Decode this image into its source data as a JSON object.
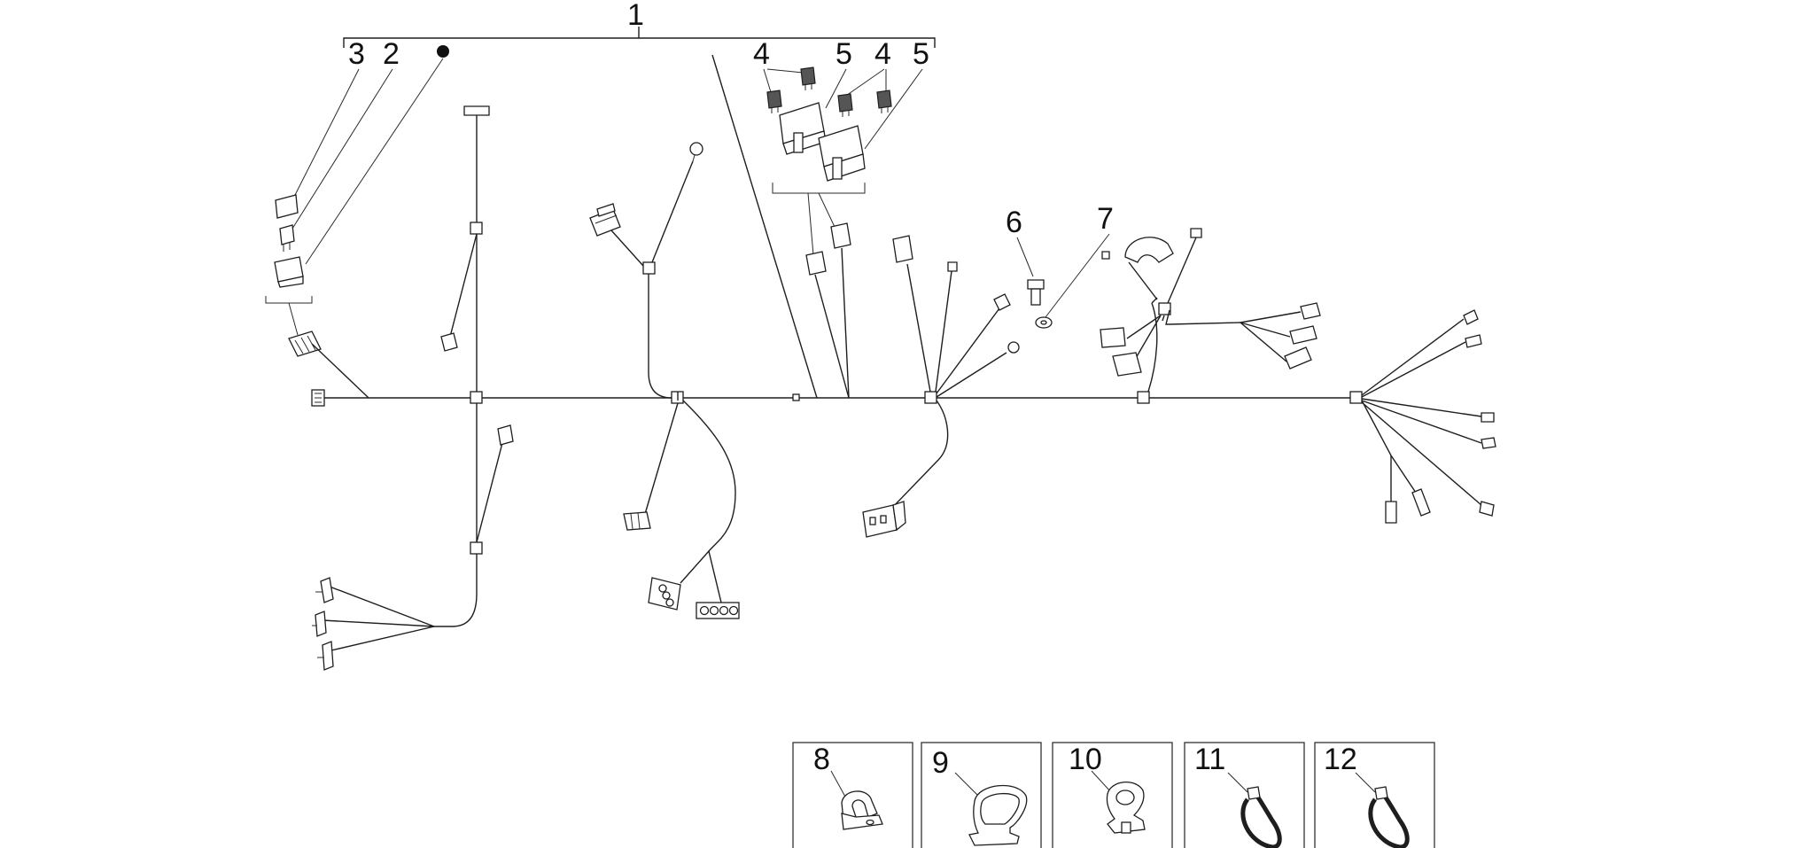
{
  "diagram": {
    "callouts": {
      "c1": "1",
      "c2": "2",
      "c3": "3",
      "c4a": "4",
      "c5a": "5",
      "c4b": "4",
      "c5b": "5",
      "c6": "6",
      "c7": "7",
      "c8": "8",
      "c9": "9",
      "c10": "10",
      "c11": "11",
      "c12": "12"
    },
    "colors": {
      "line": "#1e1e1e",
      "background": "#ffffff"
    }
  }
}
